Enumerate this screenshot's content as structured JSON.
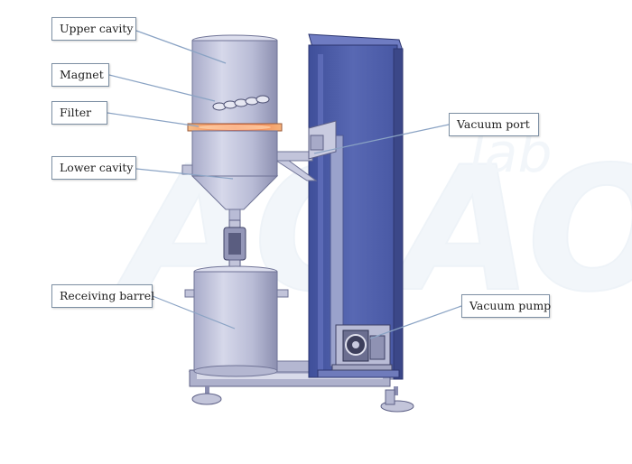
{
  "watermark": "AOAO",
  "watermark_sup": "lab",
  "labels": {
    "upper_cavity": "Upper cavity",
    "magnet": "Magnet",
    "filter": "Filter",
    "lower_cavity": "Lower cavity",
    "receiving_barrel": "Receiving barrel",
    "vacuum_port": "Vacuum port",
    "vacuum_pump": "Vacuum pump"
  },
  "colors": {
    "steel_light": "#c9cbe0",
    "steel_dark": "#8d90b2",
    "frame_blue": "#4e5da8",
    "filter_glow": "#f0884a",
    "callout_line": "#8aa3c4"
  }
}
